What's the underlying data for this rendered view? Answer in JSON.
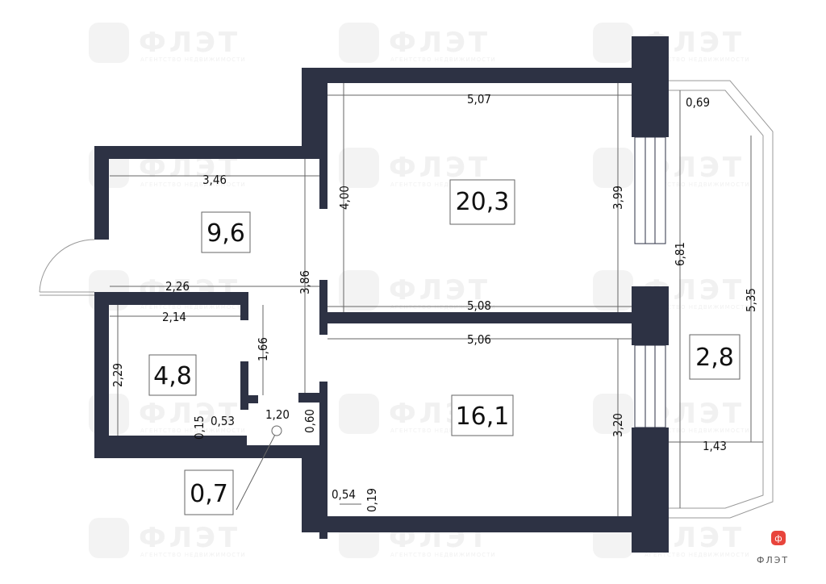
{
  "colors": {
    "wall": "#2d3244",
    "dim_line": "#666666",
    "window": "#ffffff",
    "logo": "#e8453c"
  },
  "watermark": {
    "text": "ФЛЭТ",
    "subtitle": "АГЕНТСТВО НЕДВИЖИМОСТИ"
  },
  "logo": {
    "text": "ФЛЭТ"
  },
  "rooms": {
    "living_room": "20,3",
    "kitchen": "16,1",
    "hallway": "9,6",
    "bathroom": "4,8",
    "storage": "0,7",
    "balcony": "2,8"
  },
  "dimensions": {
    "d1": "5,07",
    "d2": "0,69",
    "d3": "3,46",
    "d4": "4,00",
    "d5": "3,99",
    "d6": "6,81",
    "d7": "5,35",
    "d8": "2,26",
    "d9": "3,86",
    "d10": "5,08",
    "d11": "2,14",
    "d12": "5,06",
    "d13": "1,66",
    "d14": "2,29",
    "d15": "1,20",
    "d16": "0,60",
    "d17": "0,15",
    "d18": "0,53",
    "d19": "3,20",
    "d20": "1,43",
    "d21": "0,54",
    "d22": "0,19"
  }
}
